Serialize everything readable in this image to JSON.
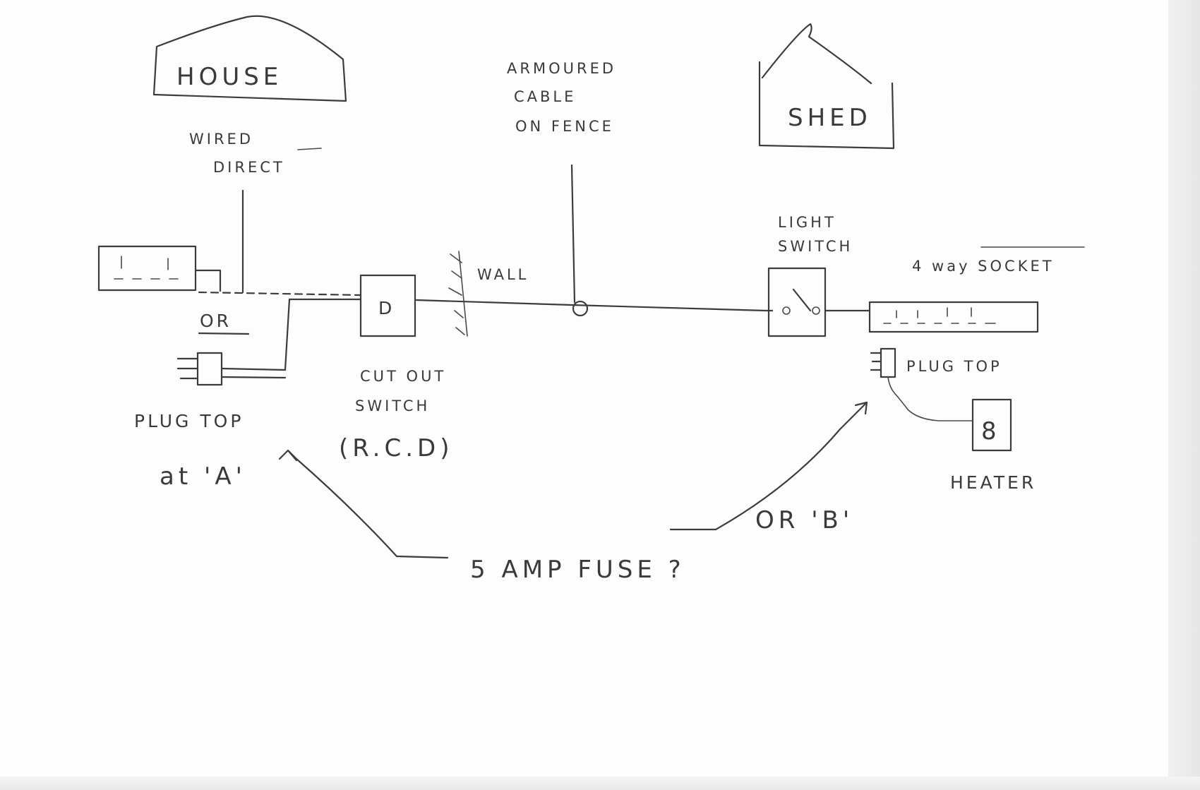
{
  "labels": {
    "house": "HOUSE",
    "shed": "SHED",
    "wired_direct": [
      "WIRED",
      "DIRECT"
    ],
    "or_house": "OR",
    "plug_top_left": "PLUG TOP",
    "at_a": "at 'A'",
    "cutout_switch": [
      "CUT OUT",
      "SWITCH"
    ],
    "rcd": "(R.C.D)",
    "wall": "WALL",
    "armoured_cable": [
      "ARMOURED",
      "CABLE",
      "ON FENCE"
    ],
    "light_switch": [
      "LIGHT",
      "SWITCH"
    ],
    "four_way_socket": "4 way SOCKET",
    "plug_top_right": "PLUG TOP",
    "heater": "HEATER",
    "heater_symbol": "8",
    "or_b": "OR 'B'",
    "fuse_question": "5 AMP FUSE ?",
    "rcd_symbol": "D"
  },
  "colors": {
    "ink": "#3c3c3c",
    "paper": "#fdfdfd"
  }
}
